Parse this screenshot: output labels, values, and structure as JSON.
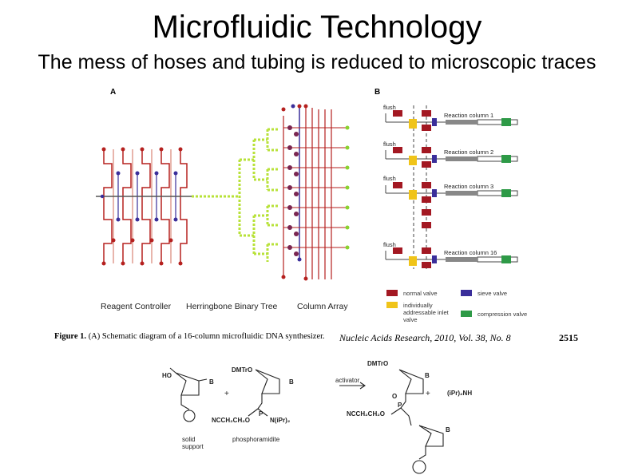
{
  "slide": {
    "title": "Microfluidic Technology",
    "subtitle": "The mess of hoses and tubing is reduced to microscopic traces"
  },
  "figure": {
    "panel_a_label": "A",
    "panel_b_label": "B",
    "panel_a_captions": [
      "Reagent Controller",
      "Herringbone Binary Tree",
      "Column Array"
    ],
    "flush_label": "flush",
    "reaction_columns": [
      "Reaction column 1",
      "Reaction column 2",
      "Reaction column 3",
      "Reaction column 16"
    ],
    "legend": [
      {
        "label": "normal valve",
        "color": "#a31822"
      },
      {
        "label": "sieve valve",
        "color": "#3a2e9a"
      },
      {
        "label": "individually addressable inlet valve",
        "color": "#f0c419"
      },
      {
        "label": "compression valve",
        "color": "#2e9a47"
      }
    ],
    "caption_prefix": "Figure 1.",
    "caption_text": "(A) Schematic diagram of a 16-column microfluidic DNA synthesizer.",
    "citation": "Nucleic Acids Research, 2010, Vol. 38, No. 8",
    "page_number": "2515"
  },
  "reaction": {
    "labels": {
      "ho": "HO",
      "b1": "B",
      "plus1": "+",
      "dmtro1": "DMTrO",
      "b2": "B",
      "p1": "P",
      "ncch2ch2o_1": "NCCH₂CH₂O",
      "niPr2": "N(iPr)₂",
      "arrow_label": "activator",
      "dmtro2": "DMTrO",
      "b3": "B",
      "o_link": "O",
      "p2": "P",
      "ncch2ch2o_2": "NCCH₂CH₂O",
      "b4": "B",
      "plus2": "+",
      "iPr2NH": "(iPr)₂NH",
      "solid_support": "solid support",
      "phosphoramidite": "phosphoramidite"
    }
  }
}
